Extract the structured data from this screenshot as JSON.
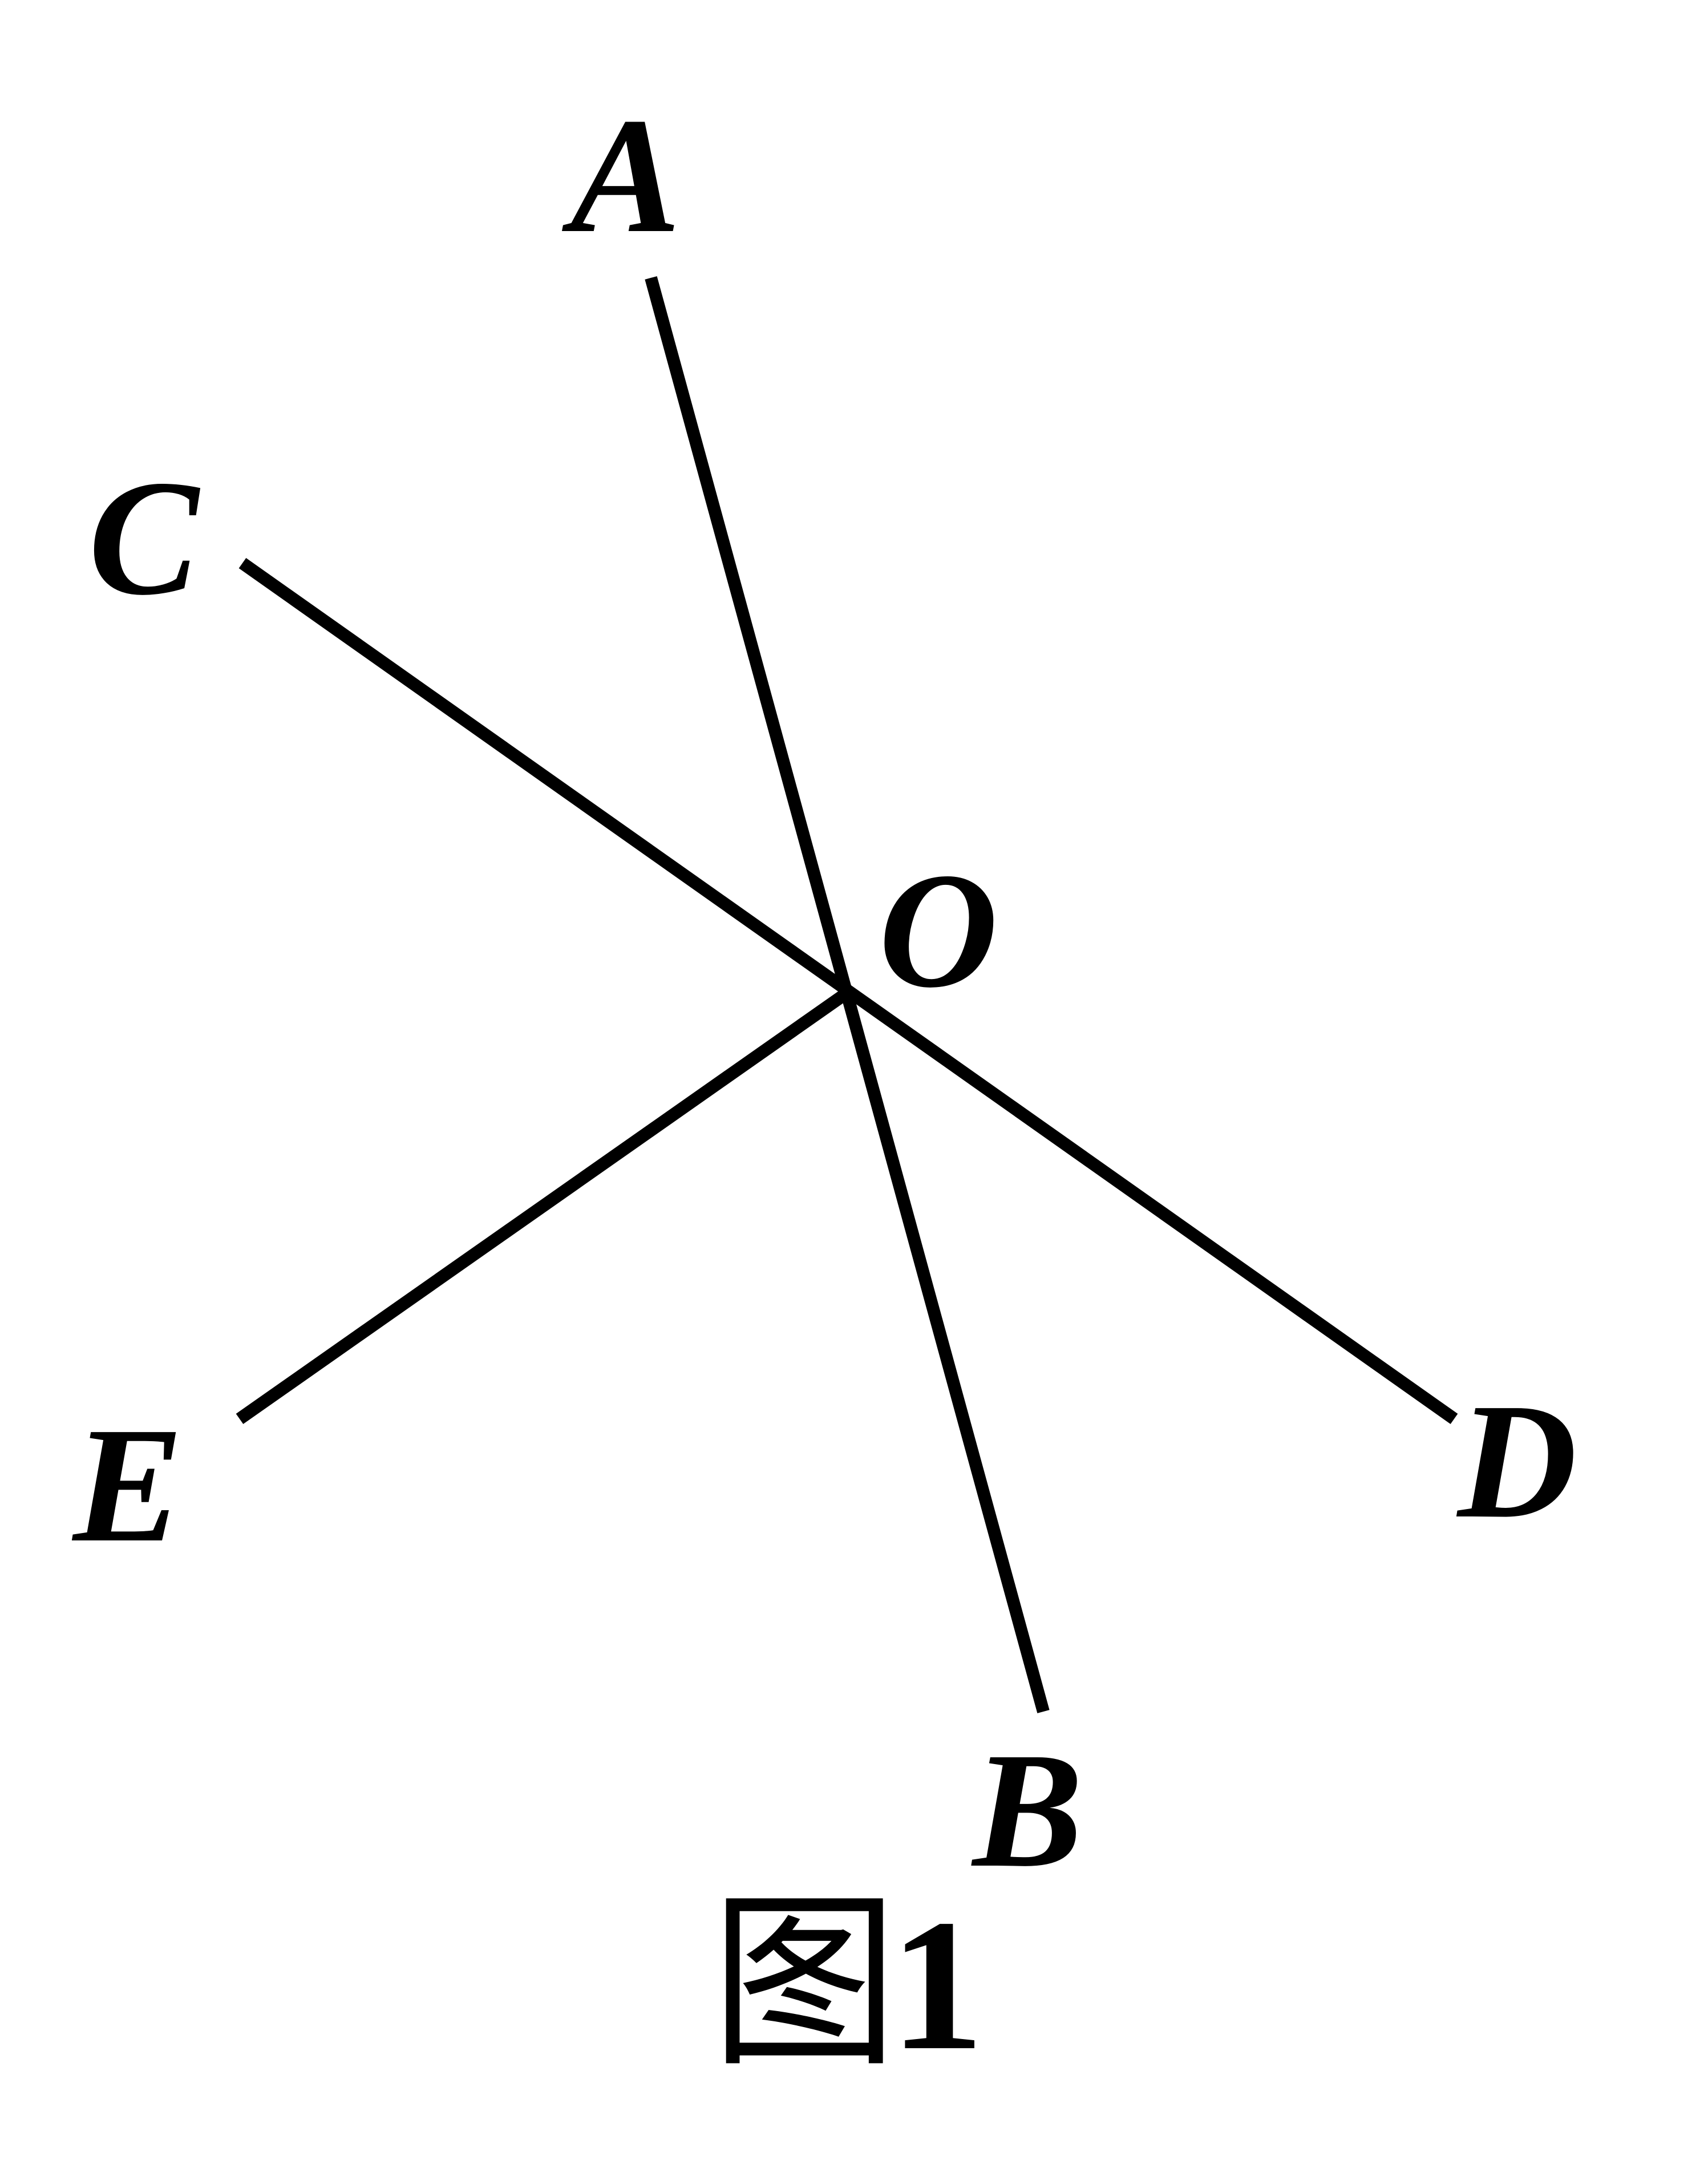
{
  "figure": {
    "points": {
      "A": "A",
      "B": "B",
      "C": "C",
      "D": "D",
      "E": "E",
      "O": "O"
    },
    "caption": {
      "prefix": "图",
      "number": "1"
    },
    "segments": [
      "AB",
      "CD",
      "OE"
    ],
    "intersection": "O",
    "stroke_color": "#000000",
    "background_color": "#ffffff"
  }
}
